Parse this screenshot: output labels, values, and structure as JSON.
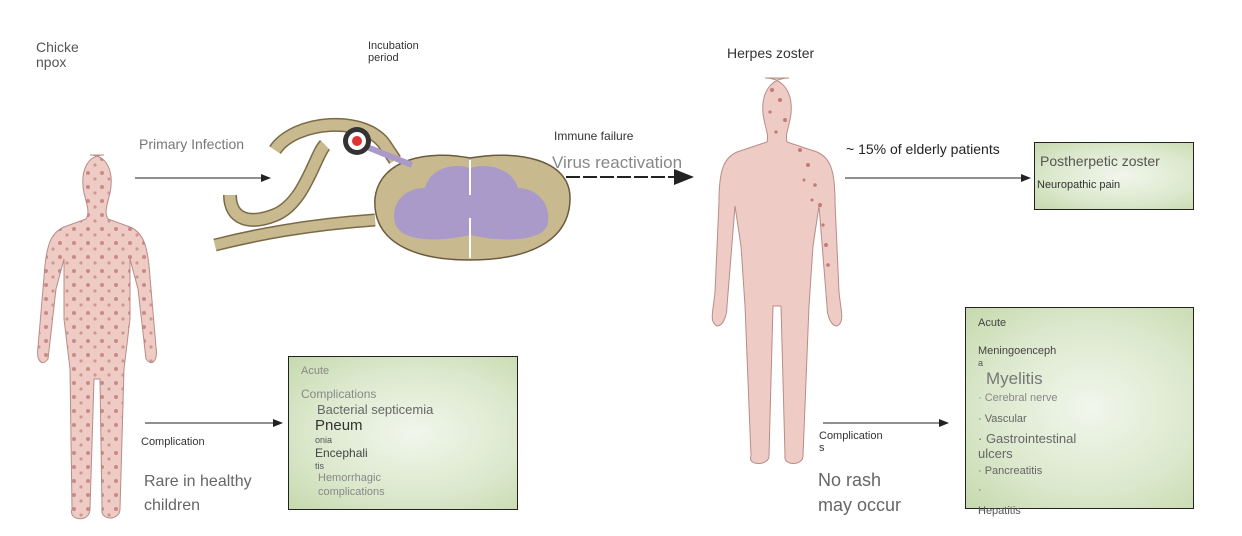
{
  "labels": {
    "chickenpox": [
      "Chicke",
      "npox"
    ],
    "incubation": [
      "Incubation",
      "period"
    ],
    "herpes_zoster": "Herpes zoster",
    "primary_infection": "Primary Infection",
    "immune_failure": "Immune failure",
    "virus_reactivation": "Virus reactivation",
    "elderly": "~ 15% of elderly patients",
    "complication_left": "Complication",
    "rare": [
      "Rare in healthy",
      "children"
    ],
    "complication_right": [
      "Complication",
      "s"
    ],
    "no_rash": [
      "No rash",
      "may occur"
    ]
  },
  "phn_box": {
    "title": "Postherpetic zoster",
    "subtitle": "Neuropathic pain"
  },
  "left_box": {
    "heading": [
      "Acute",
      "Complications"
    ],
    "items": [
      "Bacterial septicemia",
      "Pneum",
      "onia",
      "Encephali",
      "tis",
      "Hemorrhagic",
      "complications"
    ]
  },
  "right_box": {
    "heading": "Acute",
    "items": [
      "Meningoenceph",
      "a",
      "Myelitis",
      "· Cerebral nerve",
      "· Vascular",
      "· Gastrointestinal",
      "ulcers",
      "· Pancreatitis",
      "·",
      "Hepatitis"
    ]
  },
  "colors": {
    "skin": "#eecbc4",
    "lesion": "#c07a78",
    "neuron": "#c9b98e",
    "gray_matter": "#a99ac9",
    "box_green": "#d3e3c0"
  }
}
